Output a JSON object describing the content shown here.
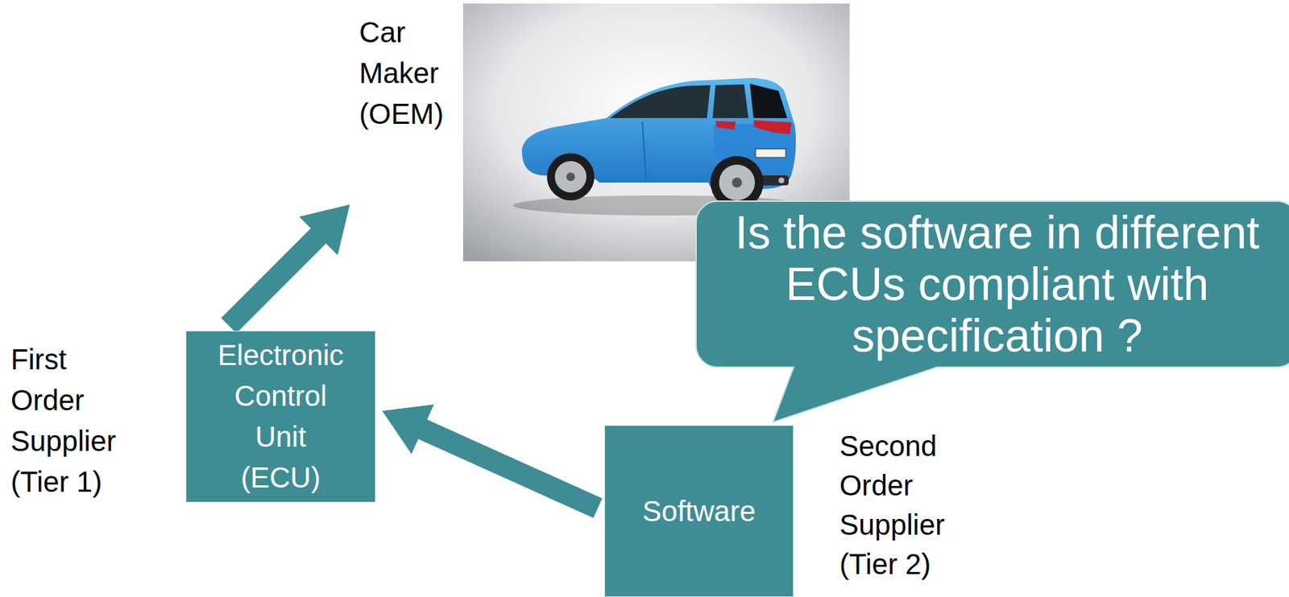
{
  "diagram": {
    "nodes": [
      {
        "text": [
          "Car Maker (OEM)"
        ]
      },
      {
        "text": [
          "Is the software in different ECUs compliant with specification ?"
        ]
      },
      {
        "text": [
          "First Order Supplier (Tier 1)",
          "Electronic Control Unit (ECU)"
        ]
      },
      {
        "text": [
          "Software",
          "Second Order Supplier (Tier 2)"
        ]
      }
    ],
    "edges": [
      {
        "from": 2,
        "to": 0,
        "arrow": "to"
      },
      {
        "from": 3,
        "to": 2,
        "arrow": "to"
      }
    ]
  }
}
